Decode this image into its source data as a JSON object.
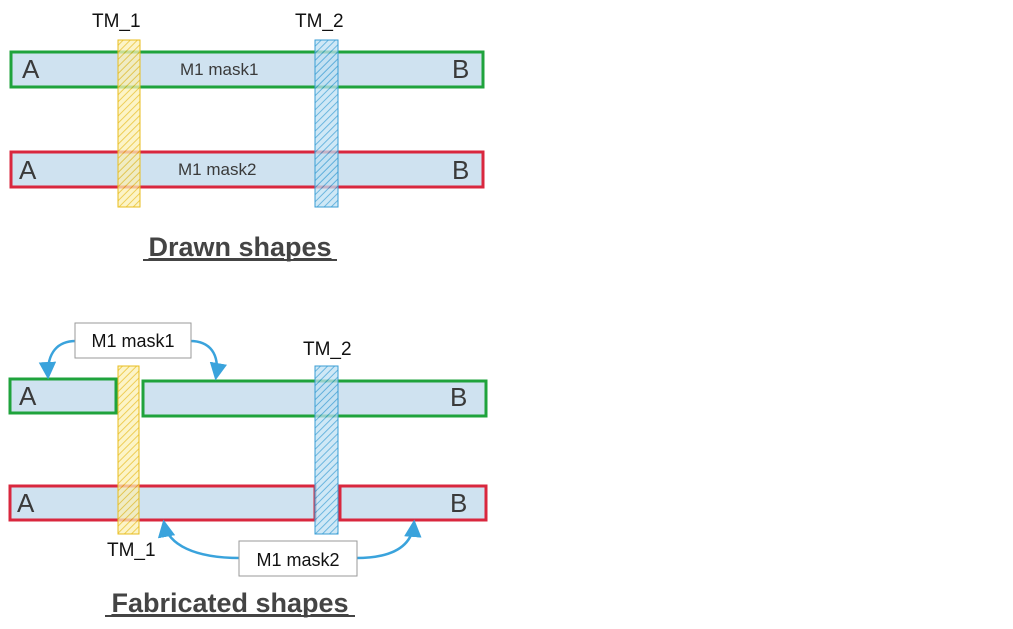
{
  "colors": {
    "bar_fill": "#cfe2f0",
    "mask1_border": "#1fa33c",
    "mask2_border": "#d9273e",
    "tm1_color": "#f2cc2a",
    "tm2_color": "#3a9ed4",
    "arrow_color": "#3aa3dc",
    "heading_color": "#444444"
  },
  "drawn": {
    "heading": "Drawn shapes",
    "tm1_label": "TM_1",
    "tm2_label": "TM_2",
    "row1": {
      "left": "A",
      "right": "B",
      "mask_label": "M1 mask1"
    },
    "row2": {
      "left": "A",
      "right": "B",
      "mask_label": "M1 mask2"
    }
  },
  "fabricated": {
    "heading": "Fabricated shapes",
    "tm1_label": "TM_1",
    "tm2_label": "TM_2",
    "callout1": "M1 mask1",
    "callout2": "M1 mask2",
    "row1": {
      "left": "A",
      "right": "B"
    },
    "row2": {
      "left": "A",
      "right": "B"
    }
  }
}
